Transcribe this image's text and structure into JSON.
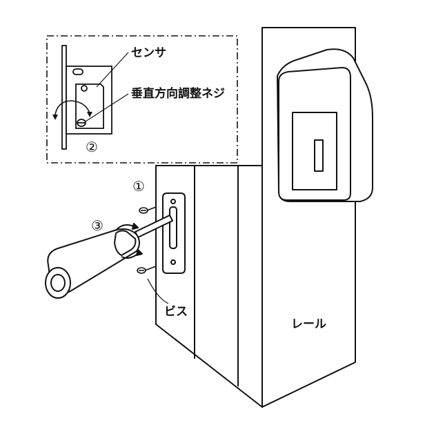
{
  "colors": {
    "line": "#111111",
    "background": "#ffffff",
    "panel_fill": "#f2f2f2",
    "shade": "#d9d9d9"
  },
  "steps": {
    "step1": "①",
    "step2": "②",
    "step3": "③"
  },
  "labels": {
    "sensor": "センサ",
    "vertical_adjust_screw": "垂直方向調整ネジ",
    "screw": "ビス",
    "rail": "レール"
  }
}
